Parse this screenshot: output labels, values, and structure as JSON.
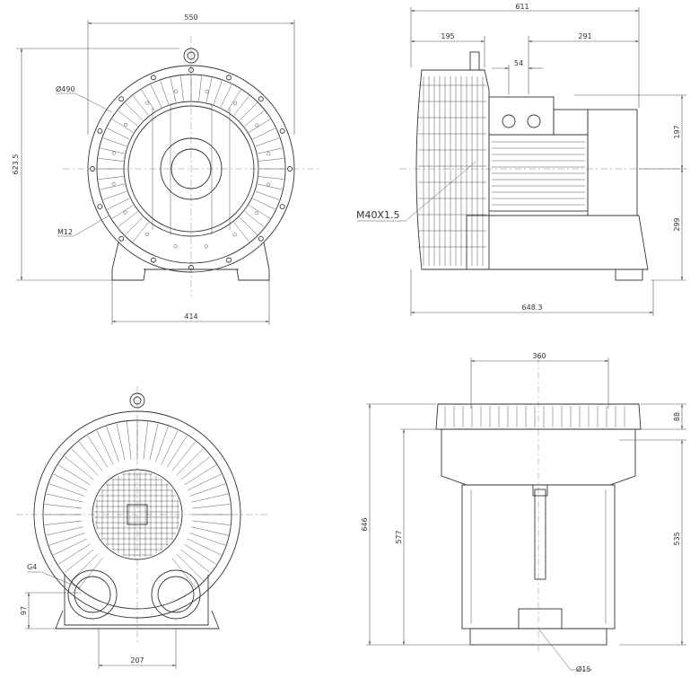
{
  "views": {
    "front": {
      "dims": {
        "width_top": "550",
        "height_left": "623.5",
        "base_width": "414"
      },
      "labels": {
        "diameter": "Ø490",
        "thread": "M12"
      }
    },
    "side": {
      "dims": {
        "total_top": "611",
        "left_top": "195",
        "right_top": "291",
        "small_top": "54",
        "right_upper": "197",
        "right_lower": "299",
        "bottom": "648.3"
      },
      "labels": {
        "thread": "M40X1.5"
      }
    },
    "rear": {
      "dims": {
        "left_small": "97",
        "bottom": "207"
      },
      "labels": {
        "port": "G4"
      }
    },
    "section": {
      "dims": {
        "top": "360",
        "right_top": "88",
        "left_outer": "646",
        "left_inner": "577",
        "right_lower": "535",
        "bottom_diam": "Ø15"
      }
    }
  }
}
